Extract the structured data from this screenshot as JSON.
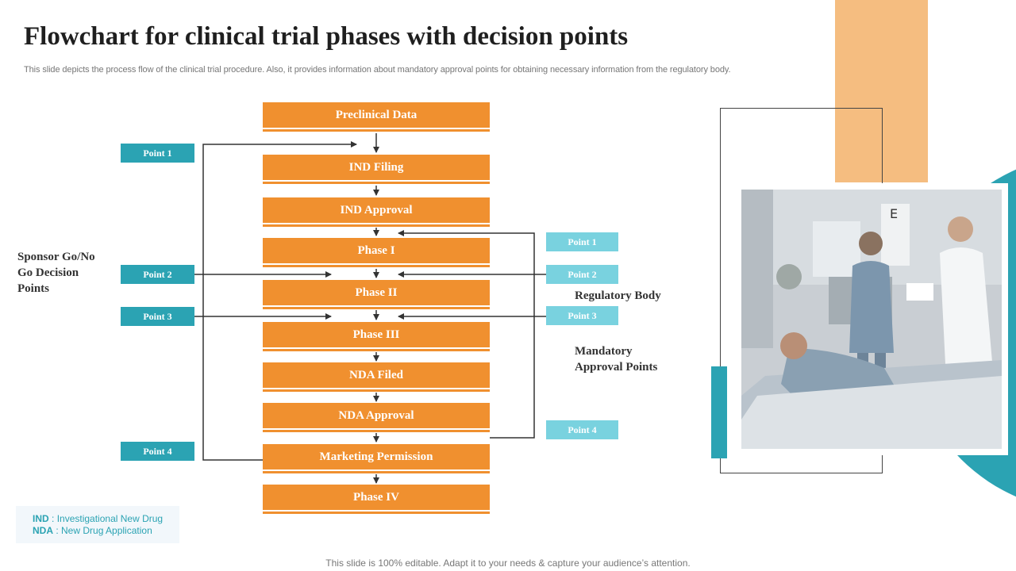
{
  "title": "Flowchart for clinical trial phases with decision points",
  "subtitle": "This slide depicts the process flow of the clinical trial procedure. Also, it provides information about mandatory approval points for obtaining necessary information from the regulatory body.",
  "flow": {
    "steps": [
      "Preclinical  Data",
      "IND Filing",
      "IND Approval",
      "Phase I",
      "Phase II",
      "Phase III",
      "NDA Filed",
      "NDA Approval",
      "Marketing Permission",
      "Phase IV"
    ]
  },
  "sponsor": {
    "label_lines": [
      "Sponsor Go/No",
      "Go Decision",
      "Points"
    ],
    "points": [
      "Point 1",
      "Point 2",
      "Point 3",
      "Point 4"
    ]
  },
  "regulatory": {
    "label": "Regulatory Body",
    "mandatory_lines": [
      "Mandatory",
      "Approval  Points"
    ],
    "points": [
      "Point 1",
      "Point 2",
      "Point 3",
      "Point 4"
    ]
  },
  "legend": {
    "items": [
      {
        "abbr": "IND",
        "sep": " : ",
        "text": "Investigational New Drug"
      },
      {
        "abbr": "NDA",
        "sep": " : ",
        "text": "New Drug Application"
      }
    ]
  },
  "footer": "This slide is 100% editable. Adapt it to your needs & capture your audience’s attention.",
  "colors": {
    "orange": "#f0902f",
    "teal": "#2ba3b3",
    "light_teal": "#79d2df",
    "peach": "#f5bd80"
  },
  "photo": {
    "icon": "clinical-photo"
  }
}
